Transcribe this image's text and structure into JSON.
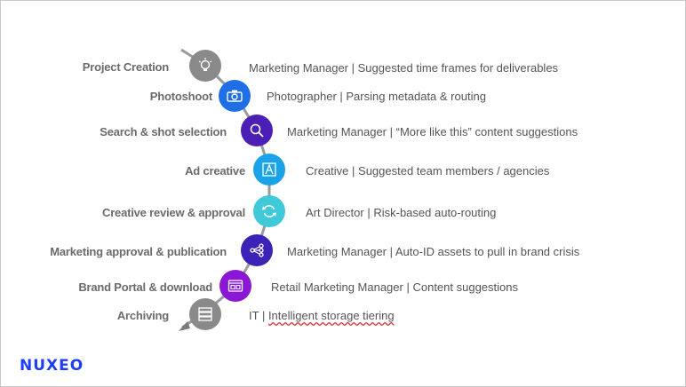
{
  "stages": [
    {
      "name": "Project Creation",
      "role": "Marketing Manager",
      "description": "Suggested time frames for deliverables",
      "color": "#8a8a8a",
      "icon": "lightbulb-icon"
    },
    {
      "name": "Photoshoot",
      "role": "Photographer",
      "description": "Parsing metadata & routing",
      "color": "#1e6fe6",
      "icon": "camera-icon"
    },
    {
      "name": "Search & shot selection",
      "role": "Marketing Manager",
      "description": "“More like this” content suggestions",
      "color": "#4b1fb5",
      "icon": "search-icon"
    },
    {
      "name": "Ad creative",
      "role": "Creative",
      "description": "Suggested team members / agencies",
      "color": "#1aa3e8",
      "icon": "adobe-icon"
    },
    {
      "name": "Creative review & approval",
      "role": "Art Director",
      "description": "Risk-based auto-routing",
      "color": "#3fc9d9",
      "icon": "refresh-icon"
    },
    {
      "name": "Marketing approval & publication",
      "role": "Marketing Manager",
      "description": "Auto-ID assets to pull in brand crisis",
      "color": "#3d22b8",
      "icon": "share-network-icon"
    },
    {
      "name": "Brand Portal & download",
      "role": "Retail Marketing Manager",
      "description": "Content suggestions",
      "color": "#8a17d6",
      "icon": "browser-window-icon"
    },
    {
      "name": "Archiving",
      "role": "IT",
      "description": "Intelligent storage tiering",
      "color": "#8a8a8a",
      "icon": "storage-icon"
    }
  ],
  "separator": " | ",
  "brand": {
    "logo_text": "NUXEO",
    "color": "#1f3cff"
  }
}
